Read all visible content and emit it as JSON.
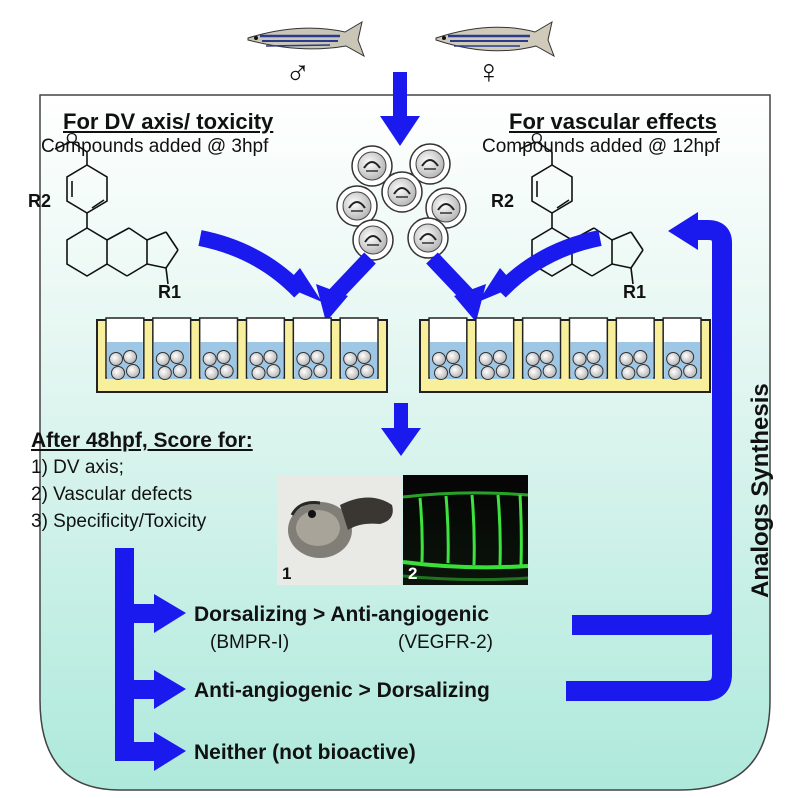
{
  "top": {
    "male_symbol": "♂",
    "female_symbol": "♀"
  },
  "left": {
    "heading": "For DV axis/ toxicity",
    "subheading": "Compounds added @ 3hpf"
  },
  "right": {
    "heading": "For vascular effects",
    "subheading": "Compounds added @ 12hpf"
  },
  "structure": {
    "r2": "R2",
    "r1": "R1",
    "o": "O"
  },
  "score": {
    "heading": "After 48hpf, Score for:",
    "items": [
      "1) DV axis;",
      "2) Vascular defects",
      "3) Specificity/Toxicity"
    ]
  },
  "panels": {
    "embryo_label": "1",
    "vascular_label": "2"
  },
  "outcomes": {
    "first": "Dorsalizing > Anti-angiogenic",
    "first_left_target": "(BMPR-I)",
    "first_right_target": "(VEGFR-2)",
    "second": "Anti-angiogenic > Dorsalizing",
    "third": "Neither (not bioactive)"
  },
  "loop_label": "Analogs Synthesis",
  "colors": {
    "arrow": "#1a1aee",
    "panel_top": "#ffffff",
    "panel_bottom": "#aee9dc",
    "plate": "#f8ef9c",
    "plate_border": "#222222",
    "medium": "#9ec7e6"
  }
}
